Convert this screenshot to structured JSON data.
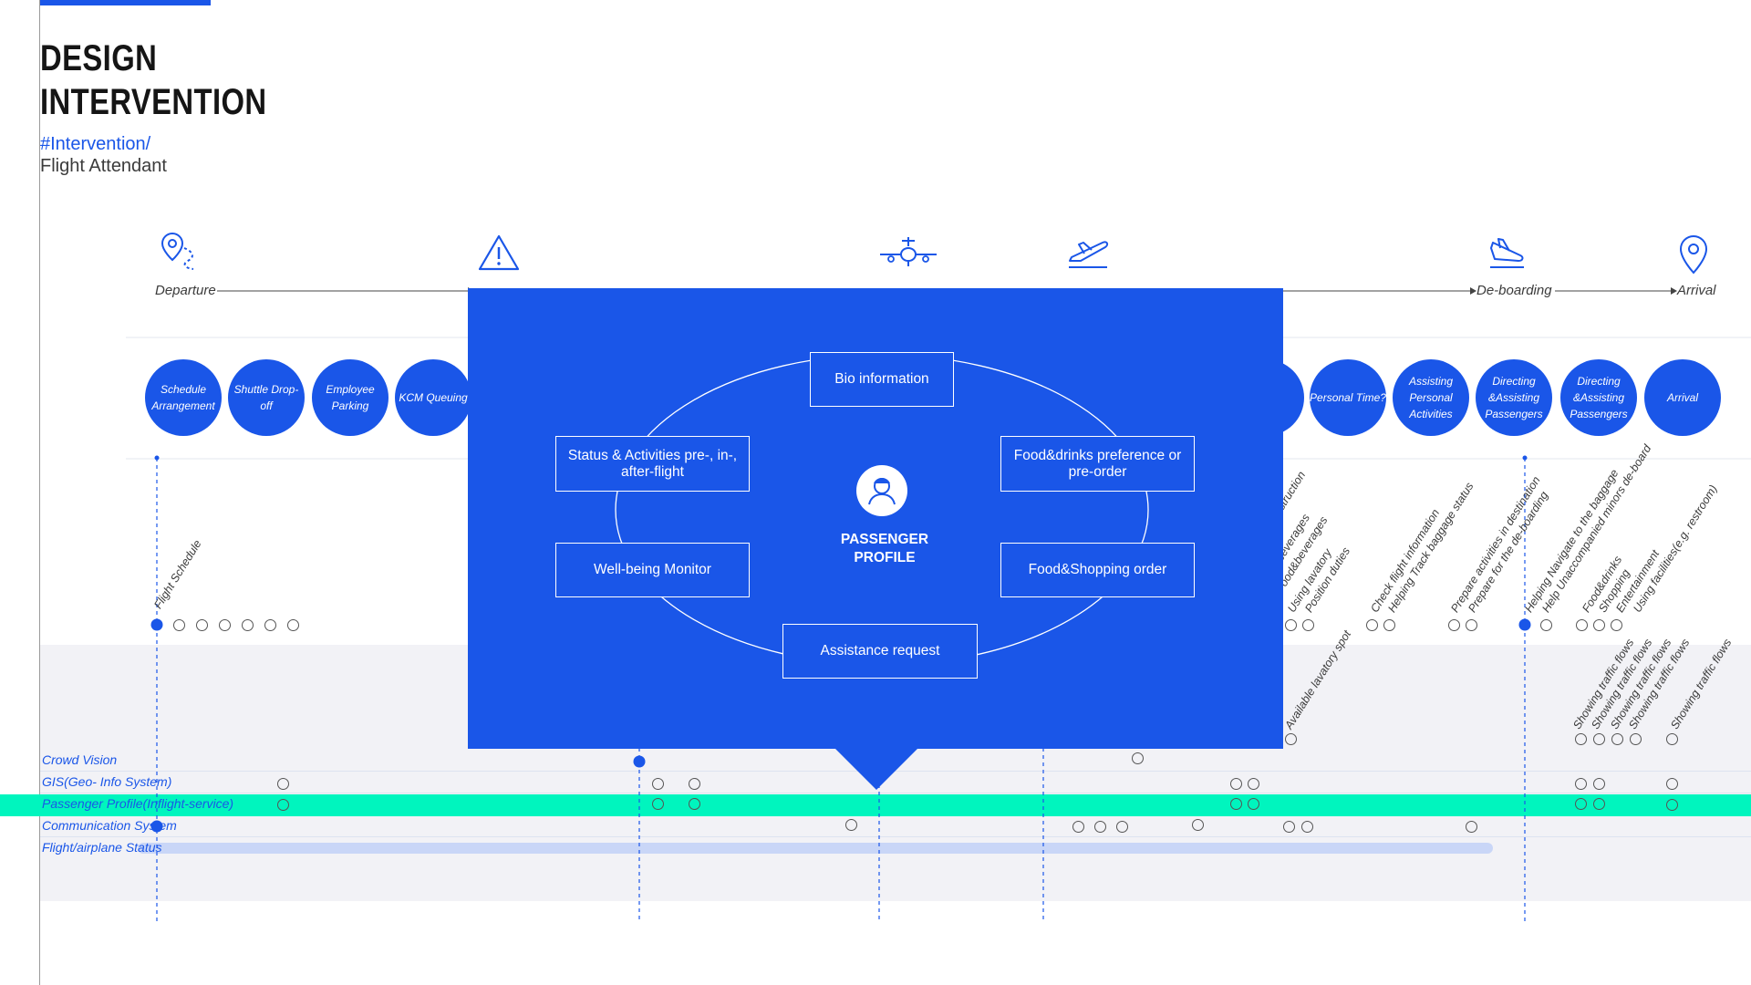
{
  "header": {
    "title_line1": "DESIGN",
    "title_line2": "INTERVENTION",
    "tag": "#Intervention/",
    "subtitle": "Flight Attendant"
  },
  "stages": {
    "departure": "Departure",
    "deboarding": "De-boarding",
    "arrival": "Arrival"
  },
  "steps": [
    "Schedule Arrangement",
    "Shuttle Drop-off",
    "Employee Parking",
    "KCM Queuing",
    "Personal Time?",
    "Assisting Personal Activities",
    "Directing &Assisting Passengers",
    "Directing &Assisting Passengers",
    "Arrival"
  ],
  "touchpoints": {
    "flight_schedule": "Flight Schedule",
    "instruction": "instruction",
    "beverages": "beverages",
    "food_beverages": "Food&beverages",
    "using_lavatory": "Using lavatory",
    "position_duties": "Position duties",
    "check_flight": "Check flight information",
    "track_baggage": "Helping Track baggage status",
    "prepare_destination": "Prepare activities in destination",
    "prepare_deboarding": "Prepare for the de-boarding",
    "navigate_baggage": "Helping Navigate to the baggage",
    "unaccompanied": "Help Unaccompanied minors de-board",
    "food_drinks": "Food&drinks",
    "shopping": "Shopping",
    "entertainment": "Entertainment",
    "facilities": "Using facilities(e.g. restroom)",
    "lavatory_spot": "Available lavatory spot",
    "traffic1": "Showing traffic flows",
    "traffic2": "Showing traffic flows",
    "traffic3": "Showing traffic flows",
    "traffic4": "Showing traffic flows",
    "traffic5": "Showing traffic flows"
  },
  "lanes": [
    "Crowd Vision",
    "GIS(Geo- Info System)",
    "Passenger Profile(Inflight-service)",
    "Communication System",
    "Flight/airplane Status"
  ],
  "overlay": {
    "center_title": "PASSENGER PROFILE",
    "bio": "Bio information",
    "status": "Status & Activities pre-, in-, after-flight",
    "food_pref": "Food&drinks preference or pre-order",
    "wellbeing": "Well-being Monitor",
    "shopping_order": "Food&Shopping order",
    "assistance": "Assistance request"
  },
  "colors": {
    "accent": "#1a56e8",
    "highlight": "#00f5be",
    "status_bar": "#c9d6f7"
  }
}
